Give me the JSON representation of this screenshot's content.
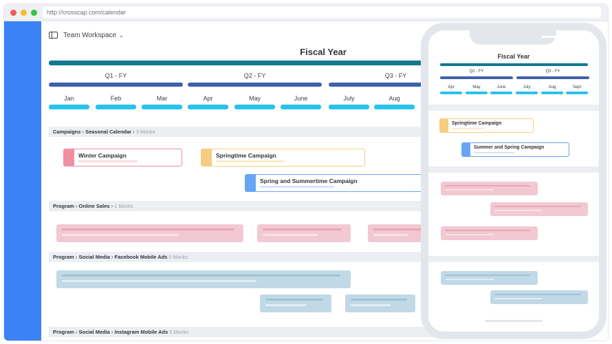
{
  "browser": {
    "url": "http://crosscap.com/calendar"
  },
  "workspace": {
    "name": "Team Workspace"
  },
  "calendar": {
    "title": "Fiscal Year",
    "quarters": [
      "Q1 - FY",
      "Q2 - FY",
      "Q3 - FY"
    ],
    "months": [
      "Jan",
      "Feb",
      "Mar",
      "Apr",
      "May",
      "June",
      "July",
      "Aug"
    ]
  },
  "sections": [
    {
      "parts": [
        "Campaigns",
        "Seasonal Calendar"
      ],
      "count": "3 blocks"
    },
    {
      "parts": [
        "Program",
        "Online Sales"
      ],
      "count": "1 blocks"
    },
    {
      "parts": [
        "Program",
        "Social Media",
        "Facebook Mobile Ads"
      ],
      "count": "5 blocks"
    },
    {
      "parts": [
        "Program",
        "Social Media",
        "Instagram  Mobile Ads"
      ],
      "count": "5 blocks"
    }
  ],
  "campaigns": [
    {
      "label": "Winter Campaign",
      "accent": "#f08fa2"
    },
    {
      "label": "Springtime Campaign",
      "accent": "#f5cd80"
    },
    {
      "label": "Spring and Summertime Campaign",
      "accent": "#67a6f5"
    }
  ],
  "phone": {
    "title": "Fiscal Year",
    "quarters": [
      "Q2 - FY",
      "Q3 - FY"
    ],
    "months": [
      "Apr",
      "May",
      "June",
      "July",
      "Aug",
      "Sept"
    ],
    "campaigns": [
      {
        "label": "Springtime Campaign"
      },
      {
        "label": "Summer and Spring Campaign"
      }
    ]
  },
  "colors": {
    "sidebar": "#3b82f6",
    "fiscal_bar": "#127a8f",
    "quarter_bar": "#3d62ad",
    "month_bar": "#29c2ea"
  }
}
